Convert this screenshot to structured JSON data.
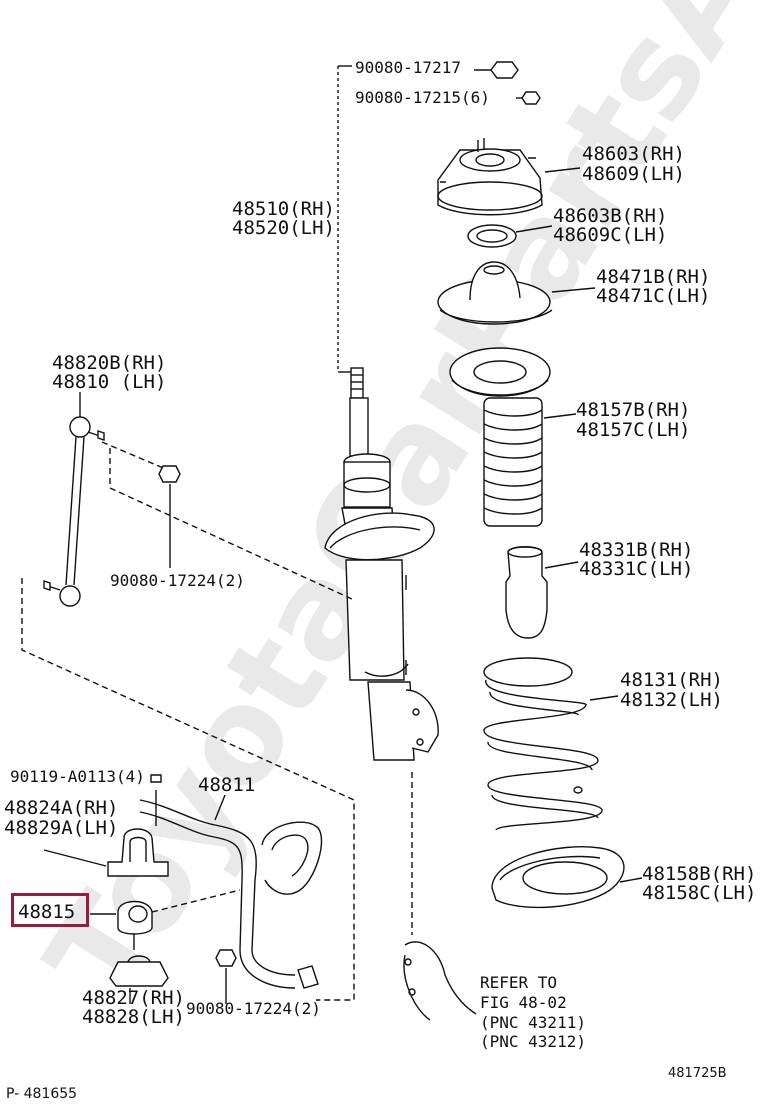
{
  "watermark": "ToyotaCarPartsAll",
  "labels": {
    "p90080_17217": "90080-17217",
    "p90080_17215": "90080-17215(6)",
    "p48603": "48603(RH)",
    "p48609": "48609(LH)",
    "p48510": "48510(RH)",
    "p48520": "48520(LH)",
    "p48603B": "48603B(RH)",
    "p48609C": "48609C(LH)",
    "p48471B": "48471B(RH)",
    "p48471C": "48471C(LH)",
    "p48820B": "48820B(RH)",
    "p48810": "48810 (LH)",
    "p48157B": "48157B(RH)",
    "p48157C": "48157C(LH)",
    "p90080_17224a": "90080-17224(2)",
    "p48331B": "48331B(RH)",
    "p48331C": "48331C(LH)",
    "p48131": "48131(RH)",
    "p48132": "48132(LH)",
    "p90119": "90119-A0113(4)",
    "p48811": "48811",
    "p48824A": "48824A(RH)",
    "p48829A": "48829A(LH)",
    "p48158B": "48158B(RH)",
    "p48158C": "48158C(LH)",
    "p48815": "48815",
    "p48827": "48827(RH)",
    "p48828": "48828(LH)",
    "p90080_17224b": "90080-17224(2)",
    "refer1": "REFER TO",
    "refer2": "FIG 48-02",
    "refer3": "(PNC 43211)",
    "refer4": "(PNC 43212)"
  },
  "footer": {
    "page_code": "P- 481655",
    "fig_code": "481725B"
  },
  "colors": {
    "highlight": "#9c1b3a",
    "line": "#111111"
  }
}
